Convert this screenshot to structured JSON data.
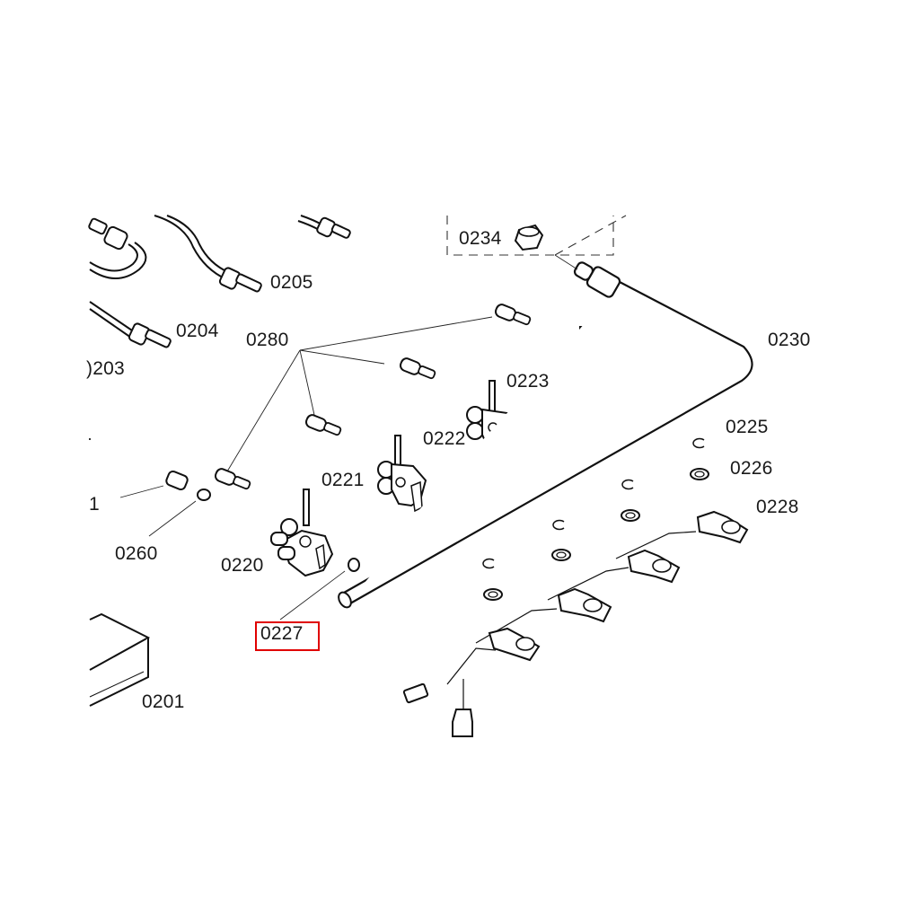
{
  "diagram": {
    "title": "Gas hob exploded parts diagram - gas valves, injectors and ignition",
    "highlight_color": "#e00000",
    "highlighted_part": "0227",
    "labels": {
      "p0201": "0201",
      "p0203": ")203",
      "p0204": "0204",
      "p0205": "0205",
      "p0220": "0220",
      "p0221": "0221",
      "p0222": "0222",
      "p0223": "0223",
      "p0225": "0225",
      "p0226": "0226",
      "p0227": "0227",
      "p0228": "0228",
      "p0230": "0230",
      "p0234": "0234",
      "p0260": "0260",
      "p0280": "0280",
      "p_partial": "1"
    }
  }
}
